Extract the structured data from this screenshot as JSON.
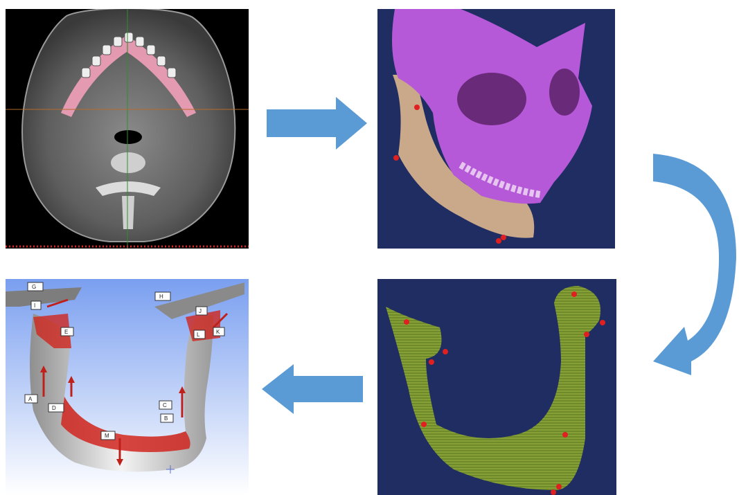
{
  "workflow": {
    "steps": [
      {
        "id": "ct-scan",
        "icon": "ct-slice-icon"
      },
      {
        "id": "skull-model",
        "icon": "skull-3d-icon"
      },
      {
        "id": "mandible-mesh",
        "icon": "mesh-icon"
      },
      {
        "id": "fea-model",
        "icon": "fea-icon"
      }
    ]
  },
  "fea_labels": {
    "G": "G",
    "H": "H",
    "E": "E",
    "I": "I",
    "J": "J",
    "K": "K",
    "L": "L",
    "A": "A",
    "D": "D",
    "C": "C",
    "B": "B",
    "M": "M"
  },
  "colors": {
    "ct_background": "#000000",
    "mandible_highlight": "#f2a0b8",
    "render_background": "#1f2d63",
    "skull": "#b659d8",
    "mandible_bone": "#c9a98a",
    "mesh": "#8fa83a",
    "landmark": "#e02020",
    "arrow": "#5b9bd5",
    "fea_sky": "#7a9ff0",
    "fea_vector": "#d0261e"
  }
}
